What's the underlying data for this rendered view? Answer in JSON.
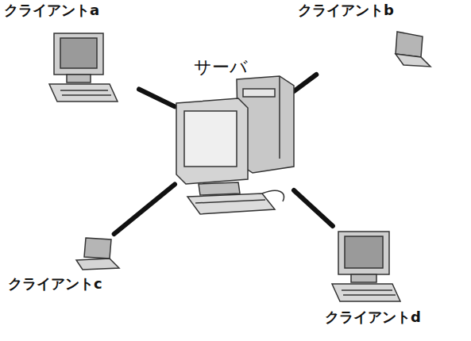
{
  "diagram": {
    "nodes": [
      {
        "text": [
          "クライアントa"
        ]
      },
      {
        "text": [
          "クライアントb"
        ]
      },
      {
        "text": [
          "サーバ"
        ]
      },
      {
        "text": [
          "クライアントc"
        ]
      },
      {
        "text": [
          "クライアントd"
        ]
      }
    ],
    "edges": [
      {
        "from": 2,
        "to": 0,
        "arrow": "none"
      },
      {
        "from": 2,
        "to": 1,
        "arrow": "none"
      },
      {
        "from": 2,
        "to": 3,
        "arrow": "none"
      },
      {
        "from": 2,
        "to": 4,
        "arrow": "none"
      }
    ]
  }
}
